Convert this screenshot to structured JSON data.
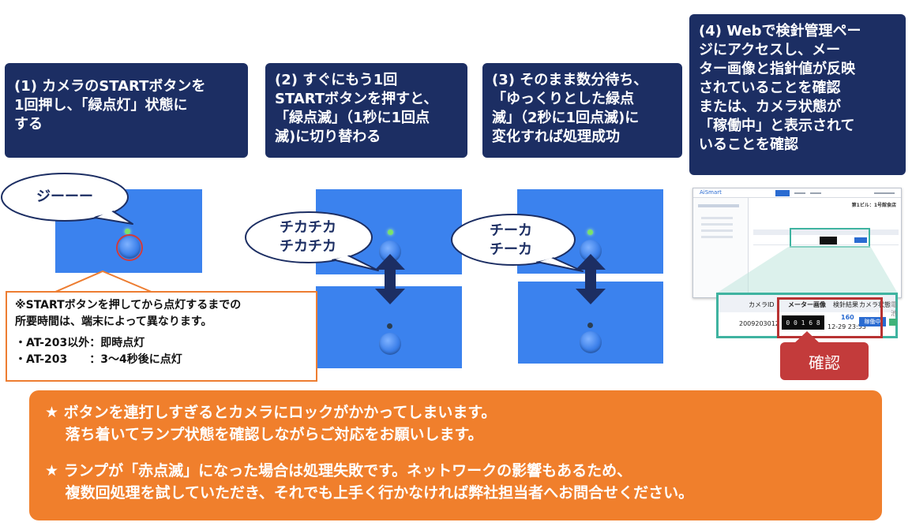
{
  "steps": [
    {
      "text": "(1) カメラのSTARTボタンを\n1回押し、「緑点灯」状態に\nする"
    },
    {
      "text": "(2) すぐにもう1回\nSTARTボタンを押すと、\n「緑点滅」（1秒に1回点\n滅)に切り替わる"
    },
    {
      "text": "(3) そのまま数分待ち、\n「ゆっくりとした緑点\n滅」（2秒に1回点滅)に\n変化すれば処理成功"
    },
    {
      "text": "(4) Webで検針管理ペー\nジにアクセスし、メー\nター画像と指針値が反映\nされていることを確認\nまたは、カメラ状態が\n「稼働中」と表示されて\nいることを確認"
    }
  ],
  "bubbles": {
    "b1": "ジーーー",
    "b2": "チカチカ\nチカチカ",
    "b3": "チーカ\nチーカ"
  },
  "note": {
    "line1": "※STARTボタンを押してから点灯するまでの",
    "line2": "所要時間は、端末によって異なります。",
    "line3": "・AT-203以外：即時点灯",
    "line4": "・AT-203　　：3～4秒後に点灯"
  },
  "zoom": {
    "col_camera_id": "カメラID",
    "col_meter_image": "メーター画像",
    "col_result": "検針結果",
    "col_camera_state": "カメラ状態",
    "col_extra": "電池残",
    "camera_id": "2009203012",
    "meter_digits": "0 0 1 6 8",
    "reading": "160",
    "datetime": "12-29 23:53",
    "status": "稼働中"
  },
  "app": {
    "logo": "AiSmart",
    "building": "第1ビル：1号館食店"
  },
  "confirm_label": "確認",
  "bottom": {
    "l1": "★ ボタンを連打しすぎるとカメラにロックがかかってしまいます。",
    "l2": "　 落ち着いてランプ状態を確認しながらご対応をお願いします。",
    "l3": "★ ランプが「赤点滅」になった場合は処理失敗です。ネットワークの影響もあるため、",
    "l4": "　 複数回処理を試していただき、それでも上手く行かなければ弊社担当者へお問合せください。"
  },
  "colors": {
    "navy": "#1c2e63",
    "panel_blue": "#3b82ee",
    "orange": "#f07f2c",
    "teal": "#3fb3a0",
    "red": "#c33b3b"
  }
}
